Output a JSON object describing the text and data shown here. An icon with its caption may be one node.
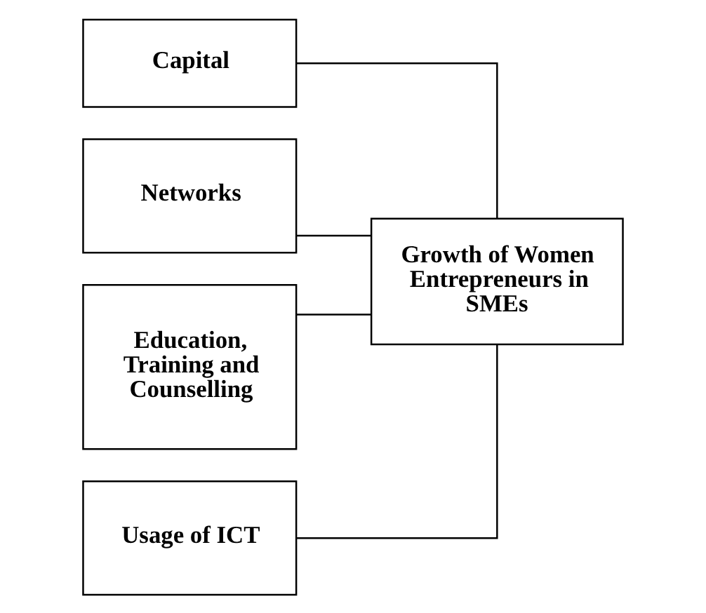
{
  "diagram": {
    "nodes": [
      {
        "text": [
          "Capital"
        ]
      },
      {
        "text": [
          "Networks"
        ]
      },
      {
        "text": [
          "Education, Training and Counselling"
        ]
      },
      {
        "text": [
          "Usage of ICT"
        ]
      },
      {
        "text": [
          "Growth of Women Entrepreneurs in SMEs"
        ]
      }
    ],
    "edges": [
      {
        "from": 0,
        "to": 4,
        "arrow": "none"
      },
      {
        "from": 1,
        "to": 4,
        "arrow": "none"
      },
      {
        "from": 2,
        "to": 4,
        "arrow": "none"
      },
      {
        "from": 3,
        "to": 4,
        "arrow": "none"
      }
    ]
  }
}
